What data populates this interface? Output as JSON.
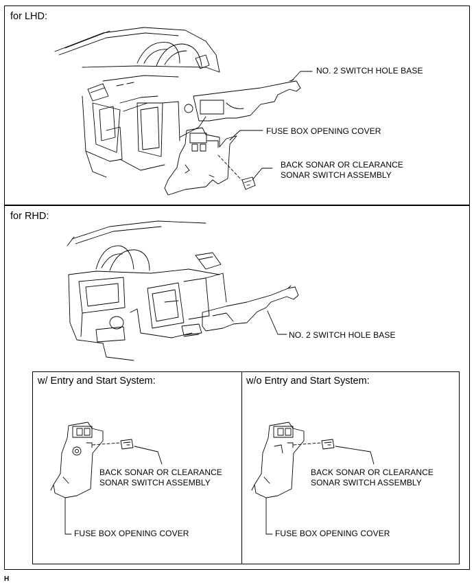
{
  "lhd": {
    "heading": "for LHD:",
    "labels": {
      "switch_hole_base": "NO. 2 SWITCH HOLE BASE",
      "fuse_box_cover": "FUSE BOX OPENING COVER",
      "sonar_switch_line1": "BACK SONAR OR CLEARANCE",
      "sonar_switch_line2": "SONAR SWITCH ASSEMBLY"
    }
  },
  "rhd": {
    "heading": "for RHD:",
    "labels": {
      "switch_hole_base": "NO. 2 SWITCH HOLE BASE"
    },
    "with_entry": {
      "heading": "w/ Entry and Start System:",
      "sonar_switch_line1": "BACK SONAR OR CLEARANCE",
      "sonar_switch_line2": "SONAR SWITCH ASSEMBLY",
      "fuse_box_cover": "FUSE BOX OPENING COVER"
    },
    "without_entry": {
      "heading": "w/o Entry and Start System:",
      "sonar_switch_line1": "BACK SONAR OR CLEARANCE",
      "sonar_switch_line2": "SONAR SWITCH ASSEMBLY",
      "fuse_box_cover": "FUSE BOX OPENING COVER"
    }
  },
  "footer_code": "H"
}
